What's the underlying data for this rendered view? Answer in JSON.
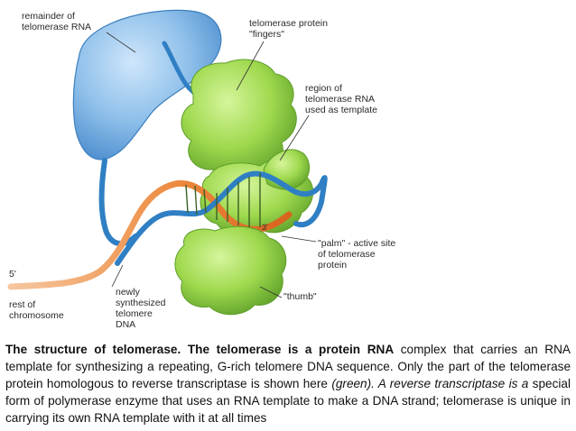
{
  "figure": {
    "labels": {
      "remainder_rna": [
        "remainder of",
        "telomerase RNA"
      ],
      "protein_fingers": [
        "telomerase protein",
        "\"fingers\""
      ],
      "template_region": [
        "region of",
        "telomerase RNA",
        "used as template"
      ],
      "palm": [
        "\"palm\" - active site",
        "of telomerase",
        "protein"
      ],
      "thumb": "\"thumb\"",
      "five_prime": "5'",
      "three_prime": "3'",
      "rest_chromosome": [
        "rest of",
        "chromosome"
      ],
      "new_dna": [
        "newly",
        "synthesized",
        "telomere",
        "DNA"
      ]
    },
    "colors": {
      "rna_blue": "#7db3e3",
      "protein_green": "#9cd64a",
      "dna_orange": "#e8742a",
      "dna_blue": "#2f7fc4"
    }
  },
  "caption": {
    "p1": "The structure of telomerase. The telomerase is a protein RNA",
    "p2": " complex that carries an RNA template for synthesizing a repeating, G-rich telomere DNA sequence. Only the part of the telomerase protein homologous to reverse transcriptase is shown here ",
    "p3": "(green). A reverse transcriptase is a",
    "p4": " special form of polymerase enzyme that uses an RNA template to make a DNA strand; telomerase is unique in carrying its own RNA template with it at all times"
  }
}
